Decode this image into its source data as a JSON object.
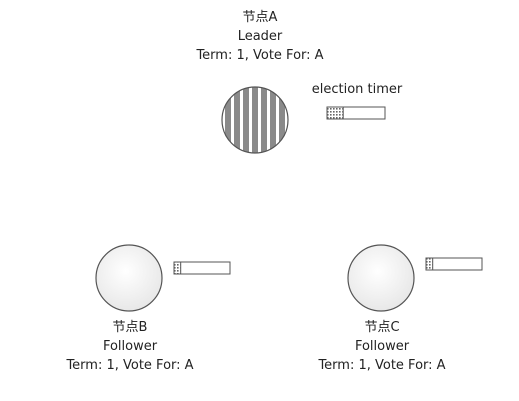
{
  "diagram": {
    "timer_caption": "election timer",
    "nodes": [
      {
        "name": "节点A",
        "role": "Leader",
        "status": "Term: 1, Vote For: A",
        "timer_progress": 0.28
      },
      {
        "name": "节点B",
        "role": "Follower",
        "status": "Term: 1, Vote For: A",
        "timer_progress": 0.12
      },
      {
        "name": "节点C",
        "role": "Follower",
        "status": "Term: 1, Vote For: A",
        "timer_progress": 0.12
      }
    ],
    "colors": {
      "leader_fill": "#8a8a8a",
      "leader_stripe": "#ffffff",
      "follower_fill": "#f2f2f2",
      "outline": "#555555",
      "timer_fill": "#888888"
    }
  }
}
